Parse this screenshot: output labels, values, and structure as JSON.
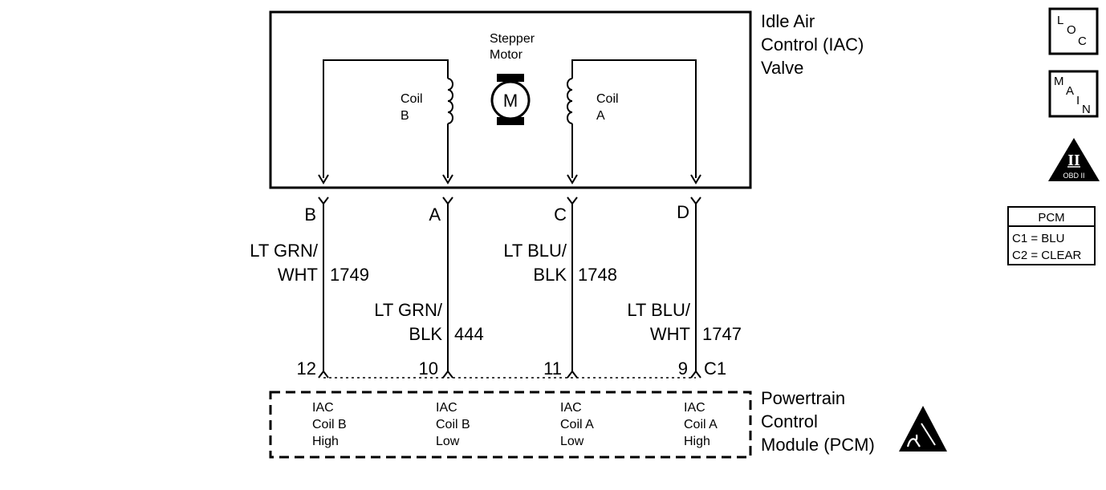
{
  "iac": {
    "title_line1": "Idle Air",
    "title_line2": "Control (IAC)",
    "title_line3": "Valve",
    "stepper_line1": "Stepper",
    "stepper_line2": "Motor",
    "motor_symbol": "M",
    "coil_b_line1": "Coil",
    "coil_b_line2": "B",
    "coil_a_line1": "Coil",
    "coil_a_line2": "A"
  },
  "pins": {
    "b": "B",
    "a": "A",
    "c": "C",
    "d": "D"
  },
  "wires": [
    {
      "color_line1": "LT GRN/",
      "color_line2": "WHT",
      "circuit": "1749",
      "pcm_pin": "12"
    },
    {
      "color_line1": "LT GRN/",
      "color_line2": "BLK",
      "circuit": "444",
      "pcm_pin": "10"
    },
    {
      "color_line1": "LT BLU/",
      "color_line2": "BLK",
      "circuit": "1748",
      "pcm_pin": "11"
    },
    {
      "color_line1": "LT BLU/",
      "color_line2": "WHT",
      "circuit": "1747",
      "pcm_pin": "9"
    }
  ],
  "connector_label": "C1",
  "pcm": {
    "title_line1": "Powertrain",
    "title_line2": "Control",
    "title_line3": "Module (PCM)",
    "terminals": [
      {
        "l1": "IAC",
        "l2": "Coil B",
        "l3": "High"
      },
      {
        "l1": "IAC",
        "l2": "Coil B",
        "l3": "Low"
      },
      {
        "l1": "IAC",
        "l2": "Coil A",
        "l3": "Low"
      },
      {
        "l1": "IAC",
        "l2": "Coil A",
        "l3": "High"
      }
    ]
  },
  "side": {
    "loc_l": "L",
    "loc_o": "O",
    "loc_c": "C",
    "main_m": "M",
    "main_a": "A",
    "main_i": "I",
    "main_n": "N",
    "obd_numeral": "II",
    "obd_text": "OBD II",
    "pcm_legend_title": "PCM",
    "pcm_legend_c1": "C1 = BLU",
    "pcm_legend_c2": "C2 = CLEAR"
  },
  "icons": {
    "esd": "esd-warning-icon",
    "motor": "stepper-motor-icon",
    "coil": "coil-inductor-icon"
  }
}
